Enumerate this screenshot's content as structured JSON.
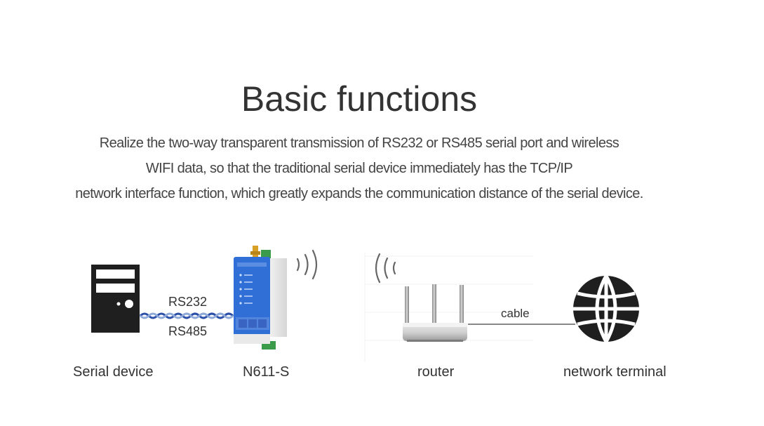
{
  "heading": "Basic functions",
  "description": [
    "Realize the two-way transparent transmission of RS232 or RS485 serial port and wireless",
    "WIFI data, so that the traditional serial device immediately has the TCP/IP",
    "network interface function, which greatly expands the communication distance of the serial device."
  ],
  "links": {
    "serial_top": "RS232",
    "serial_bottom": "RS485",
    "cable": "cable"
  },
  "nodes": {
    "serial_device": "Serial device",
    "module": "N611-S",
    "router": "router",
    "terminal": "network terminal"
  },
  "colors": {
    "module_blue": "#2f6fd6",
    "antenna_orange": "#d9a028",
    "terminal_green": "#3a9c4a"
  }
}
